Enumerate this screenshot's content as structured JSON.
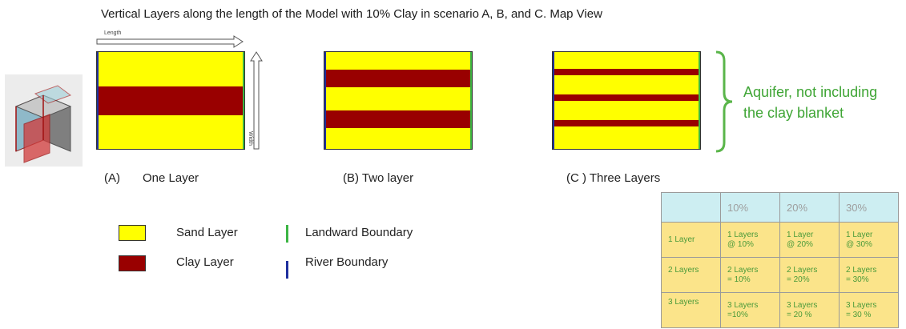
{
  "title": "Vertical Layers along the length of the Model with 10% Clay in scenario A, B, and C. Map View",
  "colors": {
    "sand": "#ffff00",
    "clay": "#990000",
    "river": "#1f2f9e",
    "landward": "#3cb544",
    "aquifer_text": "#3fa535",
    "table_header_bg": "#cdeef2",
    "table_cell_bg": "#fbe48a"
  },
  "arrows": {
    "length_label": "Length",
    "width_label": "Width"
  },
  "panels": [
    {
      "id": "A",
      "caption_letter": "(A)",
      "caption_text": "One Layer",
      "clay_band_count": 1
    },
    {
      "id": "B",
      "caption_text": "(B) Two layer",
      "clay_band_count": 2
    },
    {
      "id": "C",
      "caption_text": "(C ) Three Layers",
      "clay_band_count": 3
    }
  ],
  "aquifer_label": {
    "line1": "Aquifer, not including",
    "line2": "the clay blanket"
  },
  "legend": {
    "sand": "Sand Layer",
    "clay": "Clay Layer",
    "landward": "Landward Boundary",
    "river": "River Boundary"
  },
  "table": {
    "headers": [
      "",
      "10%",
      "20%",
      "30%"
    ],
    "rows": [
      {
        "label": "1 Layer",
        "cells": [
          [
            "1 Layers",
            "@ 10%"
          ],
          [
            "1 Layer",
            "@ 20%"
          ],
          [
            "1 Layer",
            "@ 30%"
          ]
        ]
      },
      {
        "label": "2 Layers",
        "cells": [
          [
            "2 Layers",
            "= 10%"
          ],
          [
            "2 Layers",
            "= 20%"
          ],
          [
            "2 Layers",
            "= 30%"
          ]
        ]
      },
      {
        "label": "3 Layers",
        "cells": [
          [
            "3 Layers",
            "=10%"
          ],
          [
            "3 Layers",
            "= 20 %"
          ],
          [
            "3 Layers",
            "= 30 %"
          ]
        ]
      }
    ]
  }
}
